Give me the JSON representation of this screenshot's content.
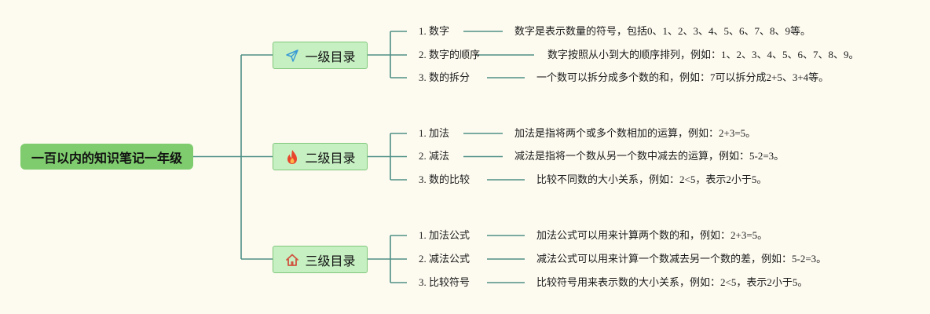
{
  "root": {
    "label": "一百以内的知识笔记一年级"
  },
  "branches": [
    {
      "label": "一级目录",
      "icon": "paper-plane-icon",
      "items": [
        {
          "label": "1. 数字",
          "desc": "数字是表示数量的符号，包括0、1、2、3、4、5、6、7、8、9等。"
        },
        {
          "label": "2. 数字的顺序",
          "desc": "数字按照从小到大的顺序排列，例如：1、2、3、4、5、6、7、8、9。"
        },
        {
          "label": "3. 数的拆分",
          "desc": "一个数可以拆分成多个数的和，例如：7可以拆分成2+5、3+4等。"
        }
      ]
    },
    {
      "label": "二级目录",
      "icon": "fire-icon",
      "items": [
        {
          "label": "1. 加法",
          "desc": "加法是指将两个或多个数相加的运算，例如：2+3=5。"
        },
        {
          "label": "2. 减法",
          "desc": "减法是指将一个数从另一个数中减去的运算，例如：5-2=3。"
        },
        {
          "label": "3. 数的比较",
          "desc": "比较不同数的大小关系，例如：2<5，表示2小于5。"
        }
      ]
    },
    {
      "label": "三级目录",
      "icon": "home-icon",
      "items": [
        {
          "label": "1. 加法公式",
          "desc": "加法公式可以用来计算两个数的和，例如：2+3=5。"
        },
        {
          "label": "2. 减法公式",
          "desc": "减法公式可以用来计算一个数减去另一个数的差，例如：5-2=3。"
        },
        {
          "label": "3. 比较符号",
          "desc": "比较符号用来表示数的大小关系，例如：2<5，表示2小于5。"
        }
      ]
    }
  ],
  "colors": {
    "background": "#fdfbf0",
    "root_fill": "#7fcc6e",
    "branch_fill": "#c6f0c2",
    "branch_border": "#7fc67a",
    "connector": "#4e8f86",
    "plane_icon": "#3a9bd5",
    "fire_icon": "#e8452c",
    "home_icon": "#d0533f"
  }
}
